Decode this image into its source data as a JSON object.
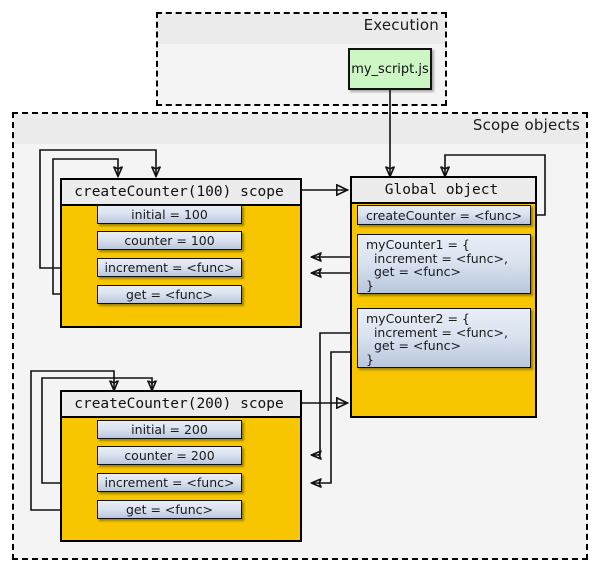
{
  "diagram": {
    "title": "JavaScript closure scope diagram",
    "colors": {
      "scope_fill": "#F7C600",
      "slot_fill": "#c6d2e6",
      "script_fill": "#ccf7c4",
      "group_fill": "#f4f4f4",
      "header_fill": "#ececec",
      "stroke": "#111111"
    }
  },
  "groups": [
    {
      "id": "execution",
      "label": "Execution"
    },
    {
      "id": "scope_objects",
      "label": "Scope objects"
    }
  ],
  "script_node": {
    "label": "my_script.js"
  },
  "objects": [
    {
      "id": "scope100",
      "title": "createCounter(100) scope",
      "slots": [
        {
          "id": "initial-100",
          "text": "initial = 100"
        },
        {
          "id": "counter-100",
          "text": "counter = 100"
        },
        {
          "id": "increment-100",
          "text": "increment = <func>"
        },
        {
          "id": "get-100",
          "text": "get = <func>"
        }
      ]
    },
    {
      "id": "globalobj",
      "title": "Global object",
      "slots": [
        {
          "id": "createCounter",
          "text": "createCounter = <func>"
        },
        {
          "id": "myCounter1",
          "text": "myCounter1 = {\n  increment = <func>,\n  get = <func>\n}"
        },
        {
          "id": "myCounter2",
          "text": "myCounter2 = {\n  increment = <func>,\n  get = <func>\n}"
        }
      ]
    },
    {
      "id": "scope200",
      "title": "createCounter(200) scope",
      "slots": [
        {
          "id": "initial-200",
          "text": "initial = 200"
        },
        {
          "id": "counter-200",
          "text": "counter = 200"
        },
        {
          "id": "increment-200",
          "text": "increment = <func>"
        },
        {
          "id": "get-200",
          "text": "get = <func>"
        }
      ]
    }
  ],
  "edges": [
    {
      "id": "script-to-global",
      "from": "my_script.js",
      "to": "Global object",
      "head": "filled"
    },
    {
      "id": "createcounter-self",
      "from": "createCounter",
      "to": "Global object",
      "head": "filled"
    },
    {
      "id": "scope100-to-global",
      "from": "createCounter(100) scope",
      "to": "Global object",
      "head": "hollow"
    },
    {
      "id": "scope200-to-global",
      "from": "createCounter(200) scope",
      "to": "Global object",
      "head": "hollow"
    },
    {
      "id": "increment100-self",
      "from": "increment = <func>",
      "to": "createCounter(100) scope",
      "head": "filled"
    },
    {
      "id": "get100-self",
      "from": "get = <func>",
      "to": "createCounter(100) scope",
      "head": "filled"
    },
    {
      "id": "increment200-self",
      "from": "increment = <func>",
      "to": "createCounter(200) scope",
      "head": "filled"
    },
    {
      "id": "get200-self",
      "from": "get = <func>",
      "to": "createCounter(200) scope",
      "head": "filled"
    },
    {
      "id": "mycounter1-increment-ref",
      "from": "myCounter1.increment",
      "to": "createCounter(100) scope",
      "head": "filled"
    },
    {
      "id": "mycounter1-get-ref",
      "from": "myCounter1.get",
      "to": "createCounter(100) scope",
      "head": "filled"
    },
    {
      "id": "mycounter2-increment-ref",
      "from": "myCounter2.increment",
      "to": "createCounter(200) scope",
      "head": "filled"
    },
    {
      "id": "mycounter2-get-ref",
      "from": "myCounter2.get",
      "to": "createCounter(200) scope",
      "head": "filled"
    }
  ]
}
